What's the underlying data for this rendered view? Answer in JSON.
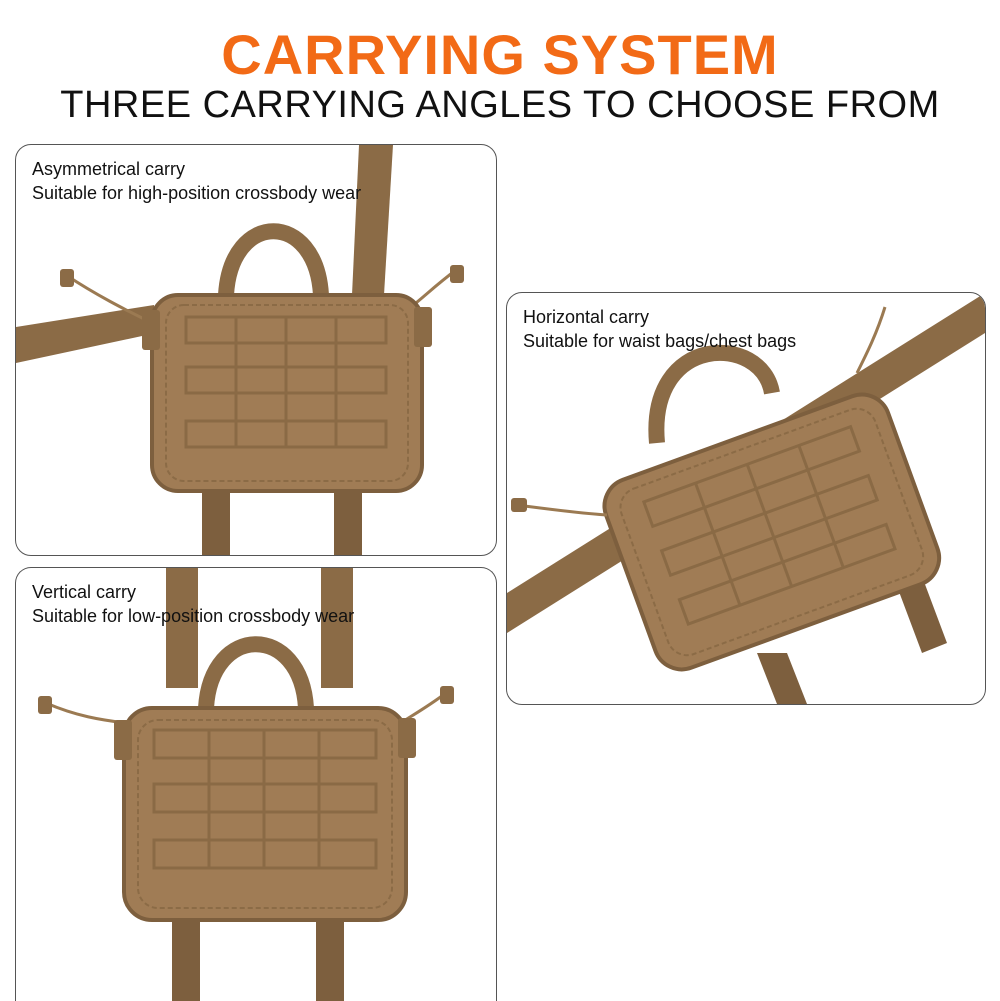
{
  "header": {
    "title": "CARRYING SYSTEM",
    "subtitle": "THREE CARRYING ANGLES TO CHOOSE FROM"
  },
  "colors": {
    "accent": "#f26a16",
    "bag_fill": "#a07c55",
    "bag_dark": "#7d5f3e",
    "strap": "#8b6b46"
  },
  "panels": [
    {
      "title": "Asymmetrical carry",
      "description": "Suitable for high-position crossbody wear"
    },
    {
      "title": "Horizontal carry",
      "description": "Suitable for waist bags/chest bags"
    },
    {
      "title": "Vertical carry",
      "description": "Suitable for low-position crossbody wear"
    }
  ]
}
